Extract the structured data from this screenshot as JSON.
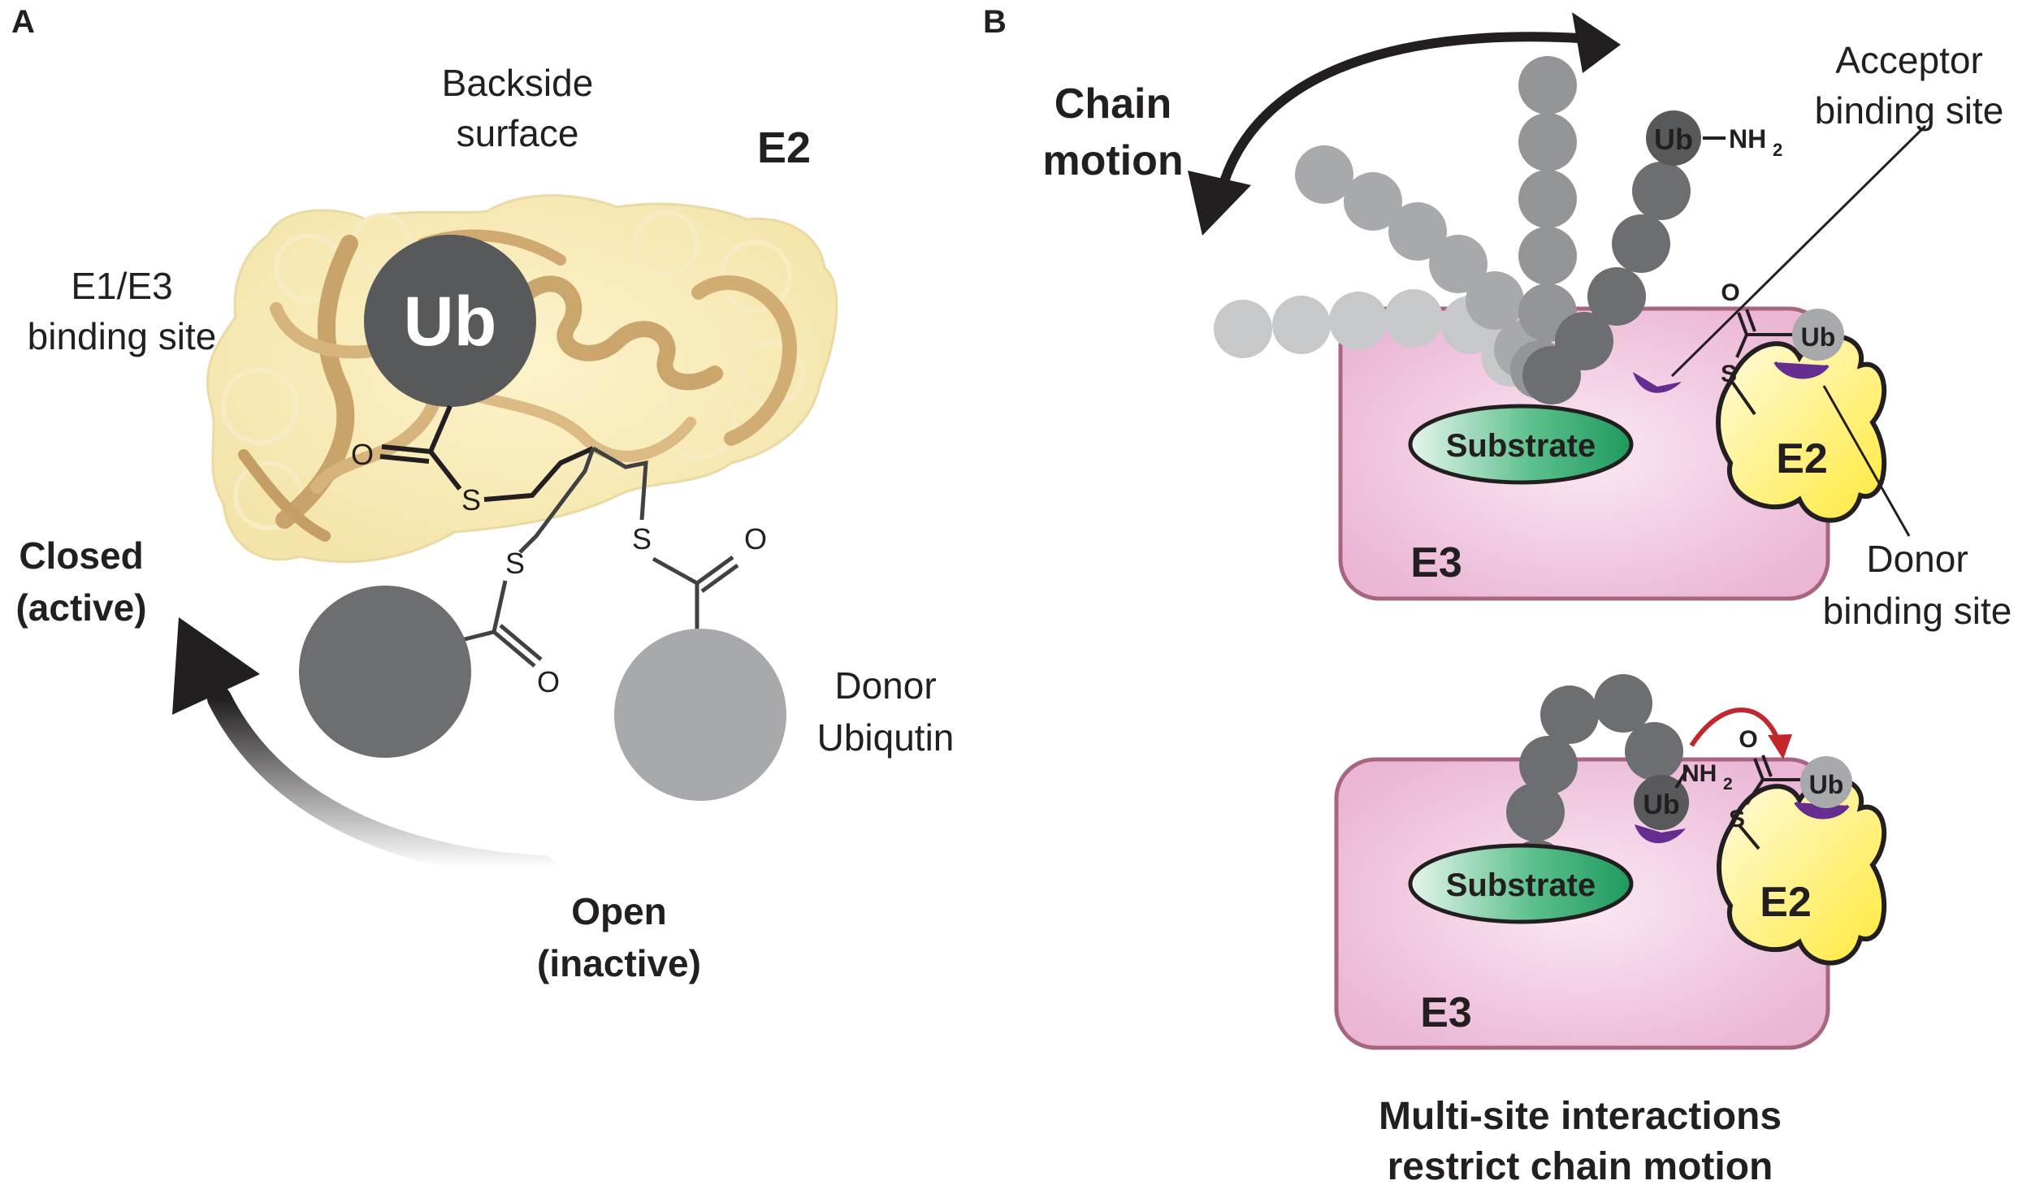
{
  "panel_a": {
    "label": "A",
    "backside": [
      "Backside",
      "surface"
    ],
    "e2_label": "E2",
    "e1e3_site": [
      "E1/E3",
      "binding site"
    ],
    "ub_label": "Ub",
    "atom_o": "O",
    "atom_s": "S",
    "closed": [
      "Closed",
      "(active)"
    ],
    "open": [
      "Open",
      "(inactive)"
    ],
    "donor": [
      "Donor",
      "Ubiqutin"
    ]
  },
  "panel_b": {
    "label": "B",
    "chain_motion": [
      "Chain",
      "motion"
    ],
    "acceptor_site": [
      "Acceptor",
      "binding site"
    ],
    "donor_site": [
      "Donor",
      "binding site"
    ],
    "ub_label": "Ub",
    "amine": "NH",
    "amine_sub": "2",
    "substrate": "Substrate",
    "e2_label": "E2",
    "e3_label": "E3",
    "atom_o": "O",
    "atom_s": "S",
    "caption": [
      "Multi-site interactions",
      "restrict chain motion"
    ]
  },
  "colors": {
    "ub_dark": "#58595b",
    "ub_mid": "#808285",
    "ub_light": "#a7a9ac",
    "e3_fill": "#f2c6df",
    "e2_fill": "#fff26b",
    "substrate": "#3ab27a",
    "binding_site": "#662d91",
    "transfer_arrow": "#c1272d"
  }
}
